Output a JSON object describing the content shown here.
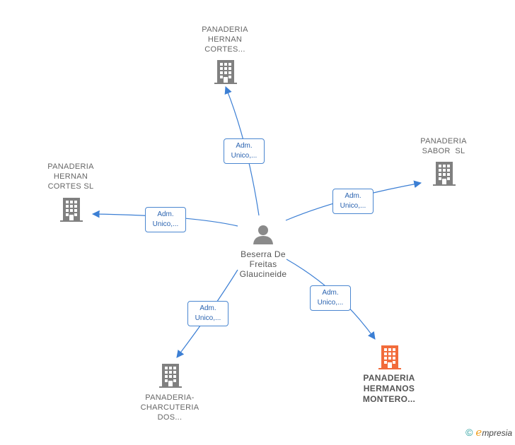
{
  "colors": {
    "edge": "#3c7fd4",
    "building": "#808080",
    "building_highlight": "#f26b3a",
    "person": "#8a8a8a",
    "pill_border": "#4a86d0",
    "pill_text": "#2a63b0"
  },
  "center": {
    "name_lines": [
      "Beserra De",
      "Freitas",
      "Glaucineide"
    ],
    "icon": "person-icon"
  },
  "companies": [
    {
      "id": "top",
      "name_lines": [
        "PANADERIA",
        "HERNAN",
        "CORTES..."
      ],
      "highlight": false,
      "icon": "building-icon"
    },
    {
      "id": "left",
      "name_lines": [
        "PANADERIA",
        "HERNAN",
        "CORTES SL"
      ],
      "highlight": false,
      "icon": "building-icon"
    },
    {
      "id": "right",
      "name_lines": [
        "PANADERIA",
        "SABOR  SL"
      ],
      "highlight": false,
      "icon": "building-icon"
    },
    {
      "id": "bottom-left",
      "name_lines": [
        "PANADERIA-",
        "CHARCUTERIA",
        "DOS..."
      ],
      "highlight": false,
      "icon": "building-icon"
    },
    {
      "id": "bottom-right",
      "name_lines": [
        "PANADERIA",
        "HERMANOS",
        "MONTERO..."
      ],
      "highlight": true,
      "icon": "building-icon"
    }
  ],
  "relations": [
    {
      "to": "top",
      "label_lines": [
        "Adm.",
        "Unico,..."
      ]
    },
    {
      "to": "left",
      "label_lines": [
        "Adm.",
        "Unico,..."
      ]
    },
    {
      "to": "right",
      "label_lines": [
        "Adm.",
        "Unico,..."
      ]
    },
    {
      "to": "bottom-left",
      "label_lines": [
        "Adm.",
        "Unico,..."
      ]
    },
    {
      "to": "bottom-right",
      "label_lines": [
        "Adm.",
        "Unico,..."
      ]
    }
  ],
  "brand": {
    "copyright": "©",
    "name_initial": "e",
    "name_rest": "mpresia"
  }
}
